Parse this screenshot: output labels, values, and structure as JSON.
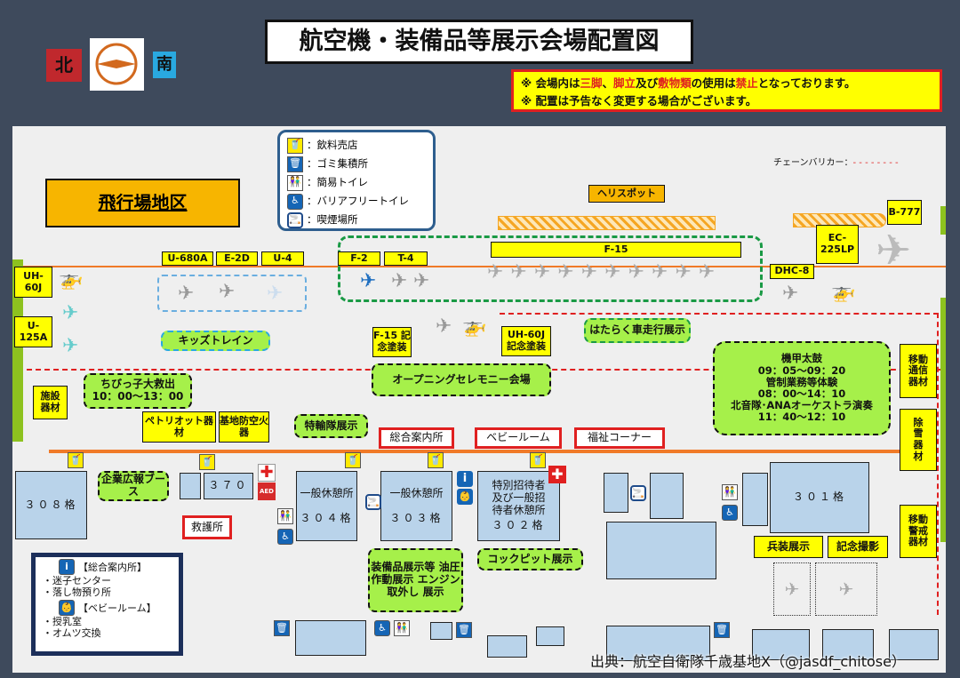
{
  "title": "航空機・装備品等展示会場配置図",
  "compass": {
    "north": "北",
    "south": "南"
  },
  "notice": {
    "line1_pre": "※ 会場内は",
    "line1_red1": "三脚",
    "line1_sep1": "、",
    "line1_red2": "脚立",
    "line1_mid": "及び",
    "line1_red3": "敷物類",
    "line1_mid2": "の使用は",
    "line1_red4": "禁止",
    "line1_post": "となっております。",
    "line2": "※ 配置は予告なく変更する場合がございます。"
  },
  "area_label": "飛行場地区",
  "legend": {
    "food": "：飲料売店",
    "trash": "：ゴミ集積所",
    "toilet": "：簡易トイレ",
    "barrier_free": "：バリアフリートイレ",
    "smoking": "：喫煙場所"
  },
  "chain_barrier": "チェーンバリカー：",
  "aircraft": {
    "u680a": "U-680A",
    "e2d": "E-2D",
    "u4": "U-4",
    "f2": "F-2",
    "t4": "T-4",
    "f15": "F-15",
    "heli_spot": "ヘリスポット",
    "dhc8": "DHC-8",
    "ec225": "EC-225LP",
    "b777": "B-777",
    "uh60j": "UH-60J",
    "u125a": "U-125A"
  },
  "events": {
    "kids_train": "キッズトレイン",
    "f15_paint": "F-15 記念塗装",
    "uh60j_paint": "UH-60J 記念塗装",
    "hataraku": "はたらく車走行展示",
    "opening": "オープニングセレモニー会場",
    "kikou_title": "機甲太鼓",
    "kikou_time": "09：05～09：20",
    "kansei_title": "管制業務等体験",
    "kansei_time": "08：00～14：10",
    "orchestra_title": "北音隊･ANAオーケストラ演奏",
    "orchestra_time": "11：40～12：10",
    "chibikko_title": "ちびっ子大救出",
    "chibikko_time": "10：00～13：00",
    "tokuyu": "特輸隊展示",
    "kigyo": "企業広報ブース",
    "soubihin": "装備品展示等 油圧作動展示 エンジン取外し 展示",
    "cockpit": "コックピット展示",
    "heisou": "兵装展示",
    "kinen": "記念撮影"
  },
  "equipment": {
    "shisetsu": "施設器材",
    "patriot": "ペトリオット器材",
    "kichi": "基地防空火器",
    "idou_tsushin": "移動通信器材",
    "josetsu": "除雪器材",
    "idou_keikai": "移動警戒器材"
  },
  "facilities": {
    "info": "総合案内所",
    "baby": "ベビールーム",
    "fukushi": "福祉コーナー",
    "kyugo": "救護所",
    "aed": "AED"
  },
  "buildings": {
    "b308": "３０８格",
    "b370": "３７０",
    "b304_name": "一般休憩所",
    "b304": "３０４格",
    "b303_name": "一般休憩所",
    "b303": "３０３格",
    "b302_name": "特別招待者 及び一般招 待者休憩所",
    "b302": "３０２格",
    "b301": "３０１格"
  },
  "info_box": {
    "info_title": "【総合案内所】",
    "info_1": "・迷子センター",
    "info_2": "・落し物預り所",
    "baby_title": "【ベビールーム】",
    "baby_1": "・授乳室",
    "baby_2": "・オムツ交換"
  },
  "credit": "出典：航空自衛隊千歳基地X（@jasdf_chitose）"
}
